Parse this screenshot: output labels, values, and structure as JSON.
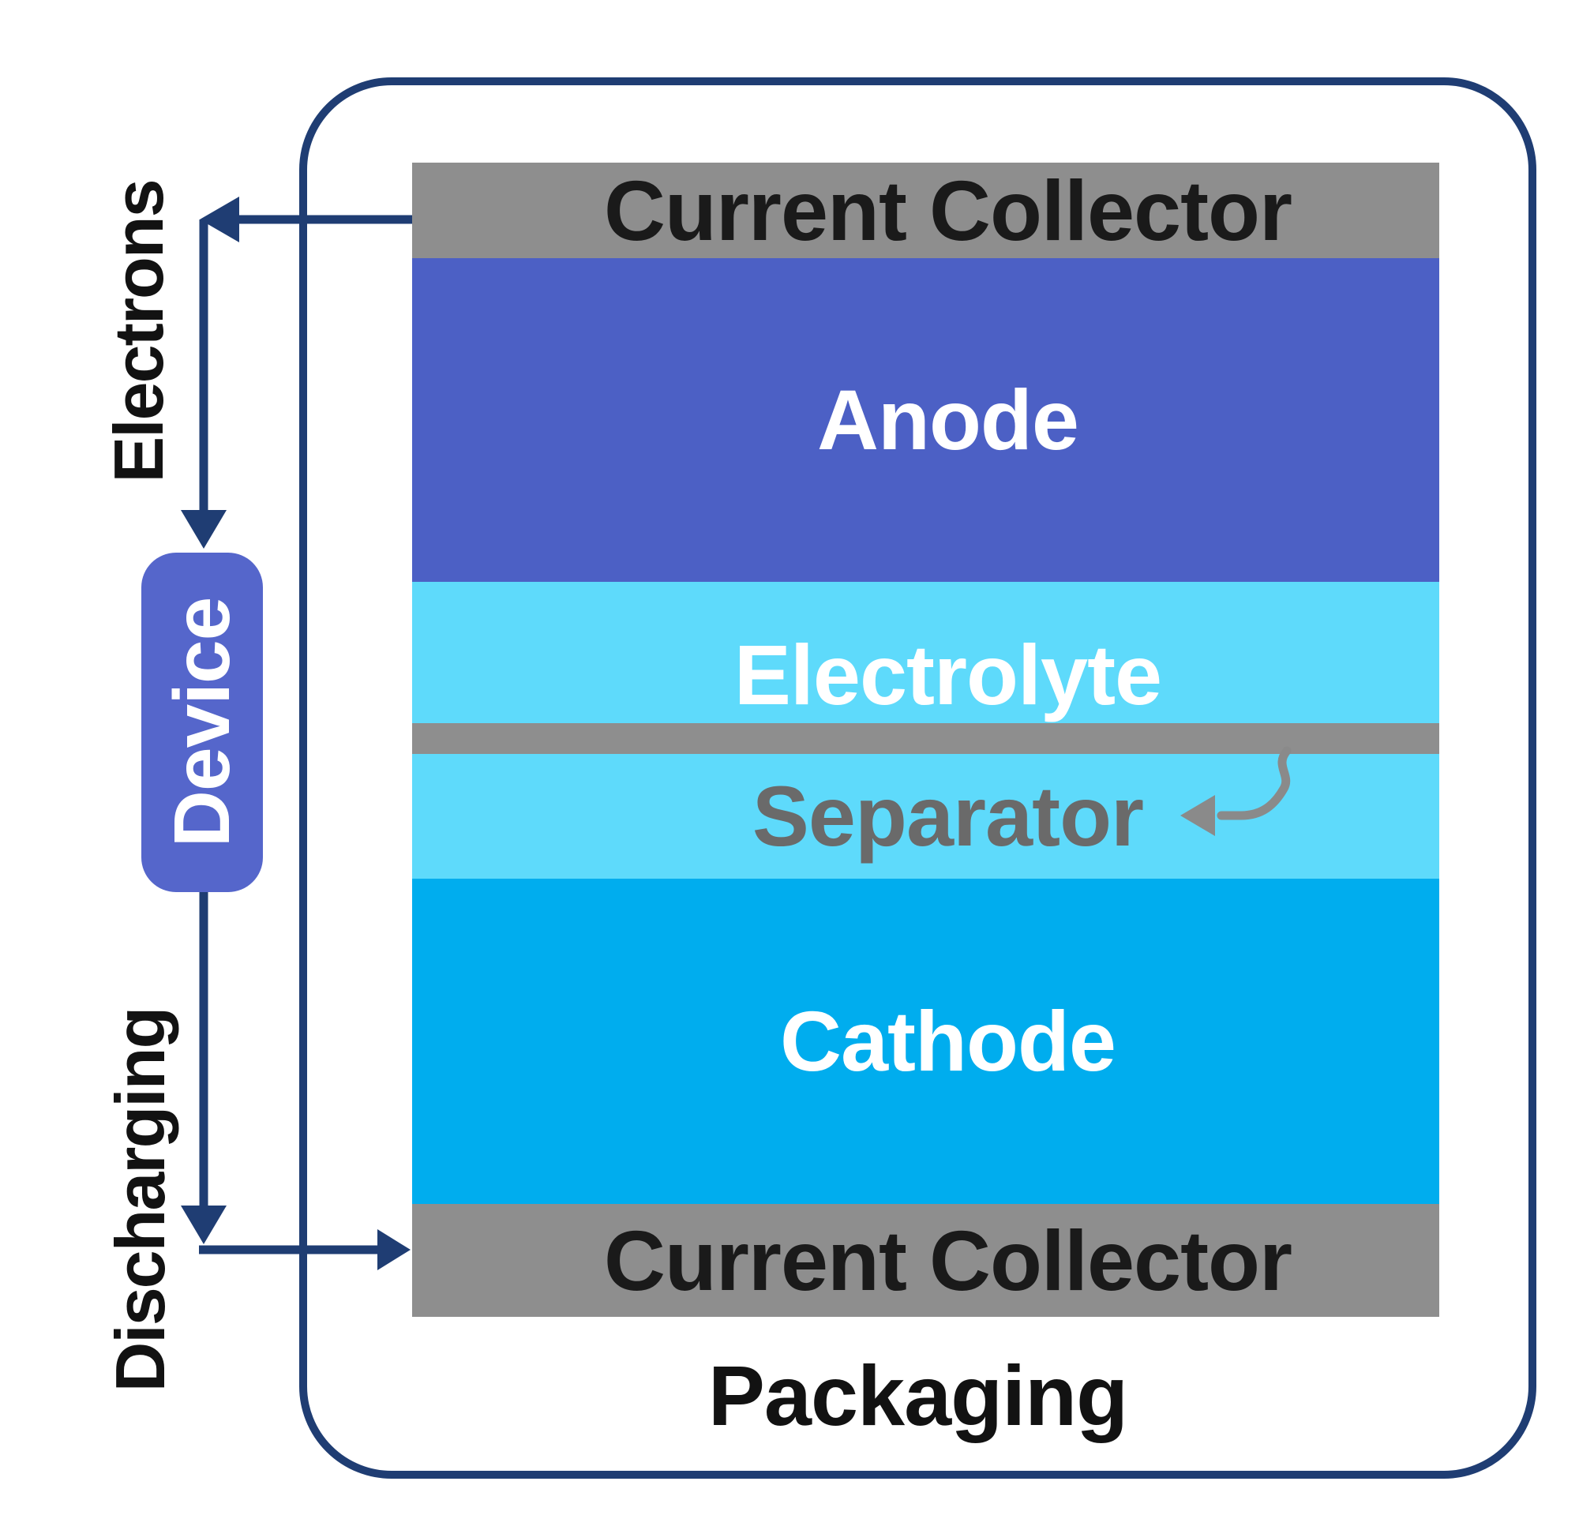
{
  "packaging": {
    "label": "Packaging"
  },
  "stack": {
    "layers": [
      {
        "id": "current-collector-top",
        "label": "Current Collector",
        "color": "#8E8E8E",
        "text_color": "#1A1A1A"
      },
      {
        "id": "anode",
        "label": "Anode",
        "color": "#4C60C5",
        "text_color": "#FFFFFF"
      },
      {
        "id": "electrolyte",
        "label": "Electrolyte",
        "color": "#5EDAFB",
        "text_color": "#FFFFFF"
      },
      {
        "id": "separator-film",
        "label": "",
        "color": "#8E8E8E",
        "text_color": "#1A1A1A"
      },
      {
        "id": "separator-region",
        "label": "Separator",
        "color": "#5EDAFB",
        "text_color": "#6A6A6A"
      },
      {
        "id": "cathode",
        "label": "Cathode",
        "color": "#00ADEE",
        "text_color": "#FFFFFF"
      },
      {
        "id": "current-collector-bottom",
        "label": "Current Collector",
        "color": "#8E8E8E",
        "text_color": "#1A1A1A"
      }
    ]
  },
  "circuit": {
    "electrons_label": "Electrons",
    "device_label": "Device",
    "discharging_label": "Discharging"
  },
  "colors": {
    "background": "#FFFFFF",
    "packaging_outline": "#1F3D73",
    "circuit_wire": "#1F3D73",
    "device_fill": "#5566CB",
    "device_text": "#FFFFFF",
    "annotation_text": "#121212",
    "separator_pointer": "#8A8A8A"
  }
}
